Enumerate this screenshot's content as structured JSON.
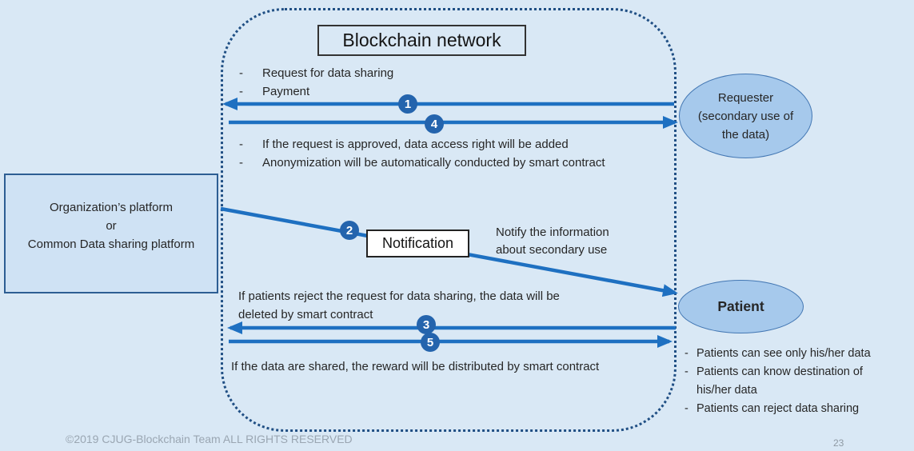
{
  "slide": {
    "footer_text": "©2019 CJUG-Blockchain Team ALL RIGHTS RESERVED",
    "page_number": "23",
    "bullet_dash": "-",
    "background_color": "#d9e8f5"
  },
  "blockchain_network": {
    "title": "Blockchain network",
    "request_bullets": [
      "Request for data sharing",
      "Payment"
    ],
    "approval_bullets": [
      "If the request is approved, data access right will be added",
      "Anonymization will be automatically conducted by smart contract"
    ],
    "reject_note_lines": [
      "If patients reject the request for data sharing, the data will be",
      "deleted by smart contract"
    ],
    "reward_note": "If the data are shared, the reward will be distributed by smart contract"
  },
  "platform_box": {
    "lines": [
      "Organization’s platform",
      "or",
      "Common Data sharing platform"
    ]
  },
  "notification": {
    "label": "Notification",
    "note_lines": [
      "Notify the information",
      "about secondary use"
    ]
  },
  "requester": {
    "lines": [
      "Requester",
      "(secondary use of",
      "the data)"
    ]
  },
  "patient": {
    "label": "Patient",
    "bullets": [
      {
        "lines": [
          "Patients can see only his/her data"
        ]
      },
      {
        "lines": [
          "Patients can know destination of",
          "his/her data"
        ]
      },
      {
        "lines": [
          "Patients can reject data sharing"
        ]
      }
    ]
  },
  "steps": {
    "step1": "1",
    "step2": "2",
    "step3": "3",
    "step4": "4",
    "step5": "5"
  },
  "colors": {
    "background": "#d9e8f5",
    "arrow_blue": "#1e70c1",
    "step_badge_blue": "#2464ad",
    "dotted_border_blue": "#204f84",
    "ellipse_fill": "#a6c9ec",
    "ellipse_border": "#4377b3",
    "platform_box_fill": "#cfe2f4",
    "platform_box_border": "#2d5e93",
    "body_text": "#262626",
    "footer_gray": "#9aa6b2"
  }
}
